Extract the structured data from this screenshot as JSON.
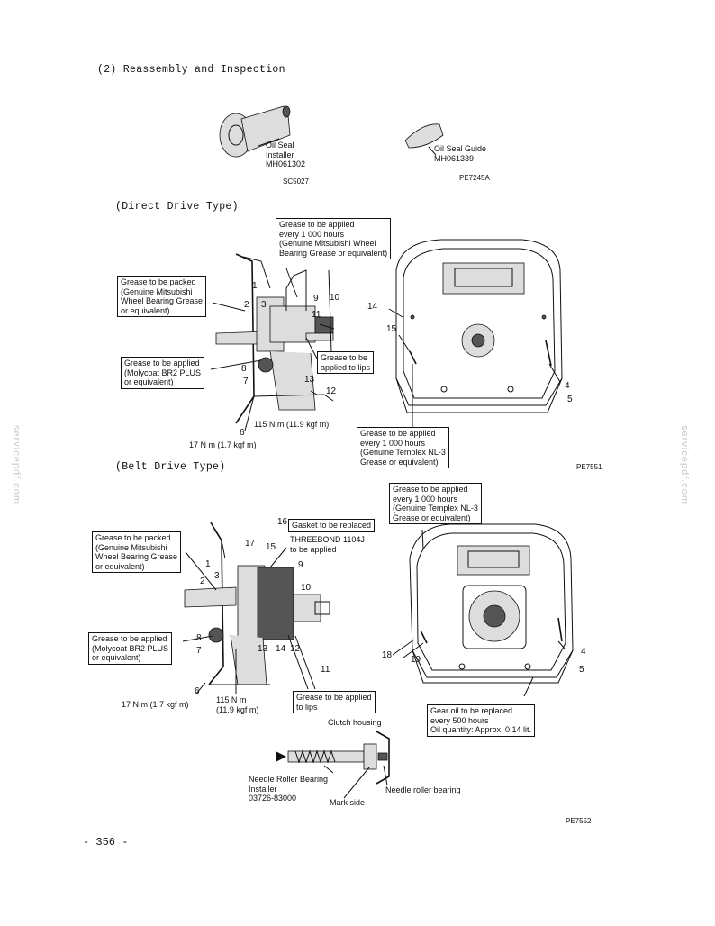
{
  "section_heading": "(2)  Reassembly and Inspection",
  "tools": {
    "oil_seal_installer": [
      "Oil Seal",
      "Installer",
      "MH061302"
    ],
    "oil_seal_guide": [
      "Oil Seal Guide",
      "MH061339"
    ],
    "fig_code_installer": "SC5027",
    "fig_code_guide": "PE7245A"
  },
  "direct_drive": {
    "heading": "(Direct Drive Type)",
    "callout_top": [
      "Grease to be applied",
      "every 1 000 hours",
      "(Genuine Mitsubishi Wheel",
      "Bearing Grease or equivalent)"
    ],
    "callout_packed": [
      "Grease to be packed",
      "(Genuine Mitsubishi",
      "Wheel Bearing Grease",
      "or equivalent)"
    ],
    "callout_molycoat": [
      "Grease to be applied",
      "(Molycoat BR2 PLUS",
      "or equivalent)"
    ],
    "callout_lips": [
      "Grease to be",
      "applied to lips"
    ],
    "callout_templex": [
      "Grease to be applied",
      "every 1 000 hours",
      "(Genuine Templex NL-3",
      "Grease or equivalent)"
    ],
    "torque_large": "115 N m (11.9 kgf m)",
    "torque_small": "17 N m (1.7 kgf m)",
    "fig_code": "PE7551",
    "numbers": {
      "n1": "1",
      "n2": "2",
      "n3": "3",
      "n4": "4",
      "n5": "5",
      "n6": "6",
      "n7": "7",
      "n8": "8",
      "n9": "9",
      "n10": "10",
      "n11": "11",
      "n12": "12",
      "n13": "13",
      "n14": "14",
      "n15": "15"
    }
  },
  "belt_drive": {
    "heading": "(Belt Drive Type)",
    "callout_templex": [
      "Grease to be applied",
      "every 1 000 hours",
      "(Genuine Templex NL-3",
      "Grease or equivalent)"
    ],
    "callout_packed": [
      "Grease to be packed",
      "(Genuine Mitsubishi",
      "Wheel Bearing Grease",
      "or equivalent)"
    ],
    "callout_gasket": "Gasket to be replaced",
    "threebond": [
      "THREEBOND 1104J",
      "to be applied"
    ],
    "callout_molycoat": [
      "Grease to be applied",
      "(Molycoat BR2 PLUS",
      "or equivalent)"
    ],
    "callout_lips": [
      "Grease to be applied",
      "to lips"
    ],
    "callout_gear_oil": [
      "Gear oil to be replaced",
      "every 500 hours",
      "Oil quantity:  Approx. 0.14 lit."
    ],
    "torque_large": [
      "115 N m",
      "(11.9 kgf m)"
    ],
    "torque_small": "17 N m (1.7 kgf m)",
    "clutch_housing": "Clutch housing",
    "needle_installer": [
      "Needle Roller Bearing",
      "Installer",
      "03726-83000"
    ],
    "needle_bearing": "Needle roller bearing",
    "mark_side": "Mark side",
    "fig_code": "PE7552",
    "numbers": {
      "n1": "1",
      "n2": "2",
      "n3": "3",
      "n4": "4",
      "n5": "5",
      "n6": "6",
      "n7": "7",
      "n8": "8",
      "n9": "9",
      "n10": "10",
      "n11": "11",
      "n12": "12",
      "n13": "13",
      "n14": "14",
      "n15": "15",
      "n16": "16",
      "n17": "17",
      "n18": "18",
      "n19": "19"
    }
  },
  "page_number": "- 356 -",
  "watermark": "servicepdf.com"
}
